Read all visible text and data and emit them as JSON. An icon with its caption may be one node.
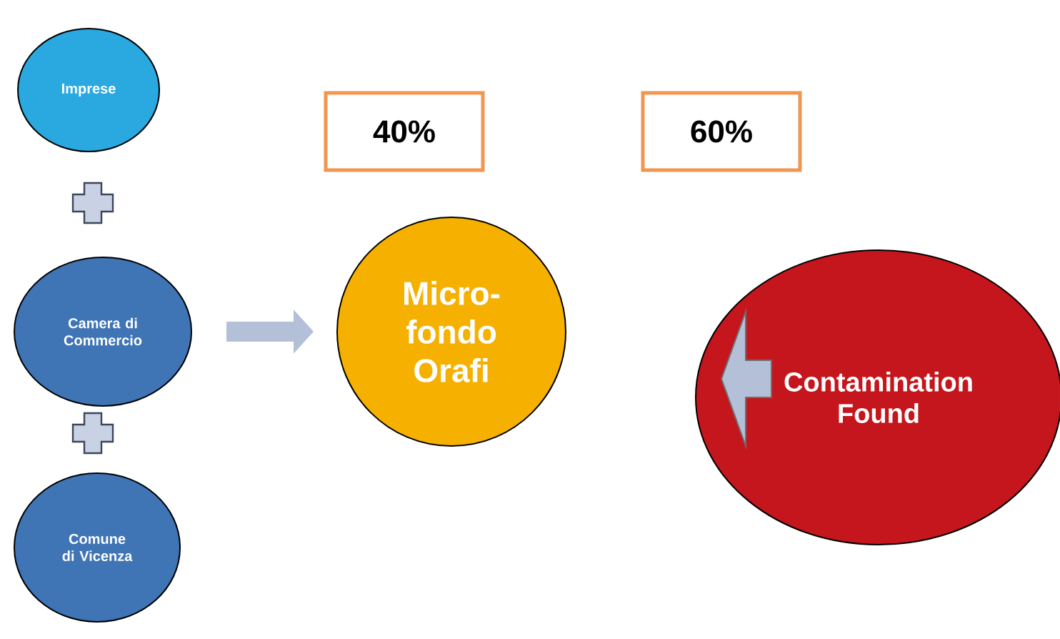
{
  "diagram": {
    "nodes": [
      {
        "text": [
          "Imprese"
        ]
      },
      {
        "text": [
          "Camera di Commercio"
        ]
      },
      {
        "text": [
          "Comune di Vicenza"
        ]
      },
      {
        "text": [
          "40%"
        ]
      },
      {
        "text": [
          "Micro-fondo Orafi"
        ]
      },
      {
        "text": [
          "60%"
        ]
      },
      {
        "text": [
          "Contamination Found"
        ]
      }
    ],
    "edges": [
      {
        "from": 1,
        "to": 4,
        "arrow": "to"
      }
    ]
  }
}
